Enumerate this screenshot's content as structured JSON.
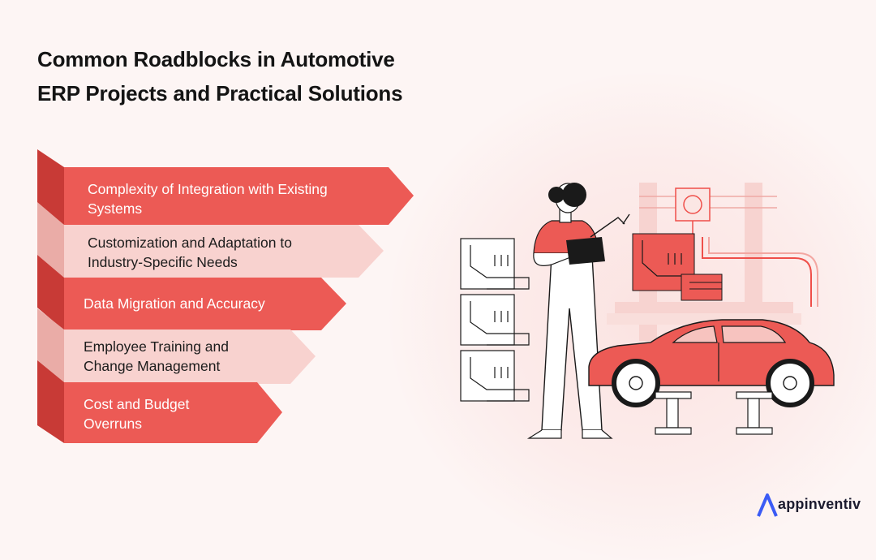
{
  "title": {
    "line1": "Common Roadblocks in Automotive",
    "line2": "ERP Projects and Practical Solutions"
  },
  "colors": {
    "dark_arrow": "#ec5a55",
    "dark_fold": "#c83a36",
    "light_arrow": "#f8d2cf",
    "light_fold": "#eaaca7",
    "accent": "#ef4f4a",
    "background": "#fdf5f4"
  },
  "steps": [
    {
      "line1": "Complexity of Integration with Existing",
      "line2": "Systems",
      "style": "dark"
    },
    {
      "line1": "Customization and Adaptation to",
      "line2": "Industry-Specific Needs",
      "style": "light"
    },
    {
      "line1": "Data Migration and Accuracy",
      "line2": "",
      "style": "dark"
    },
    {
      "line1": "Employee Training and",
      "line2": "Change Management",
      "style": "light"
    },
    {
      "line1": "Cost and Budget",
      "line2": "Overruns",
      "style": "dark"
    }
  ],
  "illustration": {
    "icons": [
      "woman-with-tablet-icon",
      "car-on-lift-icon",
      "robotic-arm-icon",
      "parts-shelf-icon"
    ]
  },
  "logo": {
    "text": "appinventiv"
  }
}
